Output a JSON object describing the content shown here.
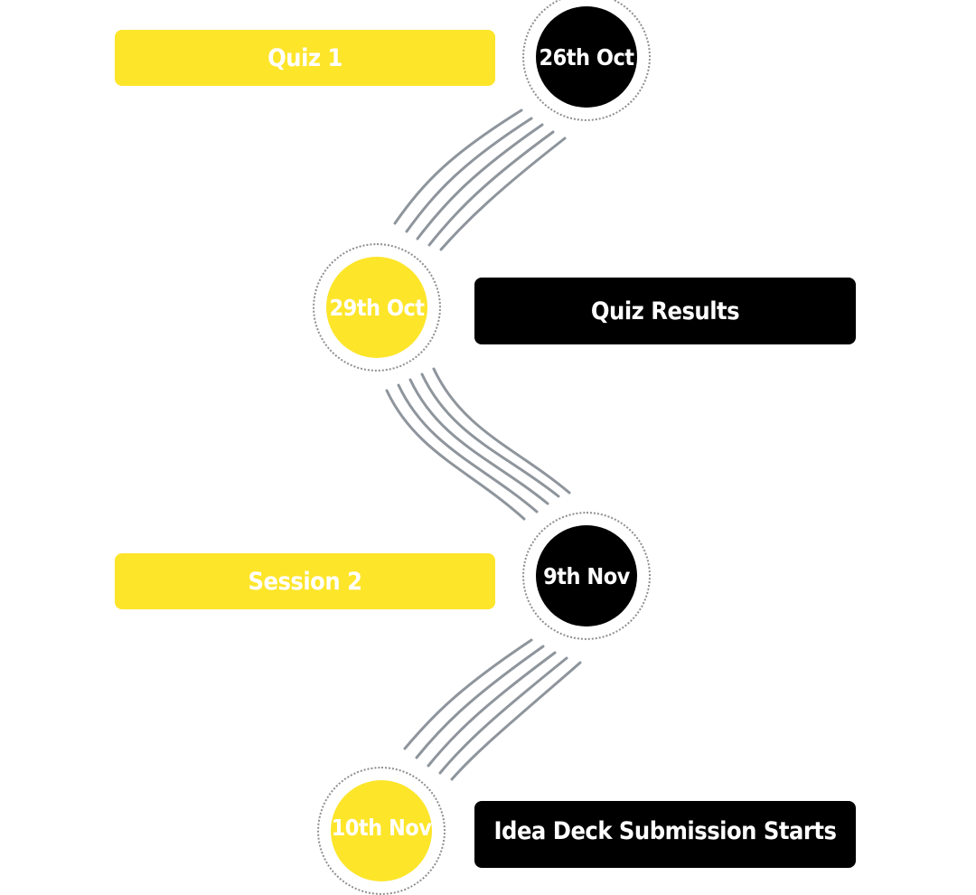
{
  "timeline": {
    "events": [
      {
        "title": "Quiz 1",
        "date": "26th Oct",
        "bar_color": "#fde52a",
        "node_color": "#000000"
      },
      {
        "title": "Quiz Results",
        "date": "29th Oct",
        "bar_color": "#000000",
        "node_color": "#fde52a"
      },
      {
        "title": "Session 2",
        "date": "9th Nov",
        "bar_color": "#fde52a",
        "node_color": "#000000"
      },
      {
        "title": "Idea Deck Submission Starts",
        "date": "10th Nov",
        "bar_color": "#000000",
        "node_color": "#fde52a"
      }
    ],
    "connector_color": "#8e959c",
    "accent_yellow": "#fde52a",
    "accent_black": "#000000"
  }
}
